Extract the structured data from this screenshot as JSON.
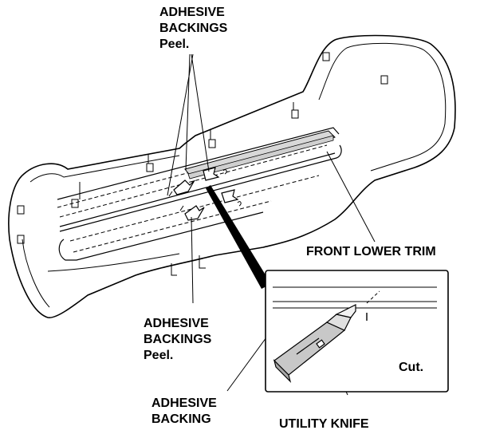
{
  "labels": {
    "top_backings_line1": "ADHESIVE",
    "top_backings_line2": "BACKINGS",
    "top_backings_line3": "Peel.",
    "front_lower_trim": "FRONT LOWER TRIM",
    "mid_backings_line1": "ADHESIVE",
    "mid_backings_line2": "BACKINGS",
    "mid_backings_line3": "Peel.",
    "cut": "Cut.",
    "backing_line1": "ADHESIVE",
    "backing_line2": "BACKING",
    "utility_knife": "UTILITY KNIFE"
  }
}
